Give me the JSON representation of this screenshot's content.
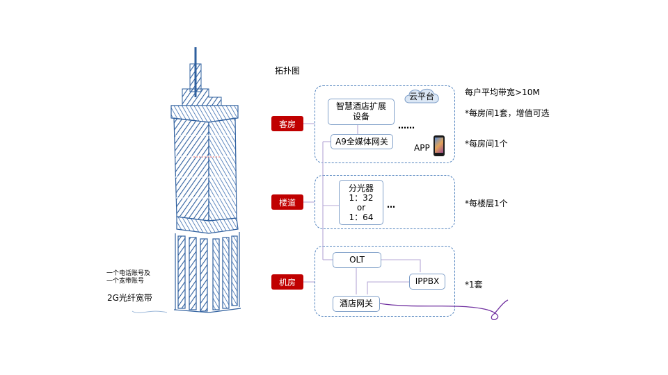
{
  "title": "拓扑图",
  "tags": {
    "room": "客房",
    "corridor": "楼道",
    "machine_room": "机房"
  },
  "nodes": {
    "ext_device": {
      "line1": "智慧酒店扩展",
      "line2": "设备"
    },
    "gateway": "A9全媒体网关",
    "cloud": "云平台",
    "app": "APP",
    "splitter": {
      "line1": "分光器",
      "line2": "1：32",
      "line3": "or",
      "line4": "1：64"
    },
    "olt": "OLT",
    "ippbx": "IPPBX",
    "hotel_gateway": "酒店网关",
    "dots_room": "……",
    "dots_corridor": "…"
  },
  "notes": {
    "bandwidth": "每户平均带宽>10M",
    "per_room_set": "*每房间1套，增值可选",
    "per_room_one": "*每房间1个",
    "per_floor": "*每楼层1个",
    "one_set": "*1套"
  },
  "building": {
    "account_line1": "一个电话账号及",
    "account_line2": "一个宽带账号",
    "fiber": "2G光纤宽带"
  },
  "colors": {
    "tag": "#c00000",
    "zone_border": "#4f81bd",
    "box_border": "#7f9fc8",
    "line": "#b4a7d6",
    "cable": "#7030a0",
    "building": "#2e5f9e"
  }
}
